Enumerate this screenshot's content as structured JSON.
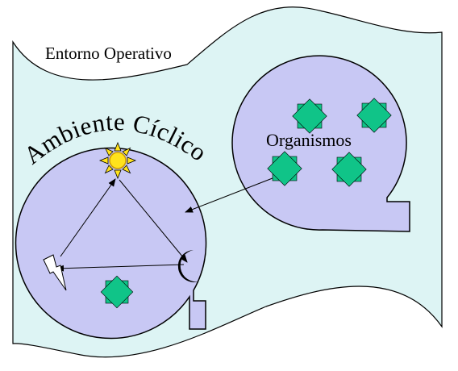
{
  "diagram": {
    "environment_label": "Entorno Operativo",
    "cycle_label": "Ambiente Cíclico",
    "organisms_label": "Organismos",
    "colors": {
      "background_fill": "#ddf4f4",
      "region_fill": "#c8c8f4",
      "organism_fill": "#10c488",
      "sun_fill": "#ffe21c",
      "sun_stroke": "#cc9900",
      "moon_fill": "#000000",
      "line": "#000000",
      "text": "#000000"
    },
    "icons": [
      "sun-icon",
      "moon-icon",
      "lightning-icon",
      "organism-star-icon"
    ]
  }
}
